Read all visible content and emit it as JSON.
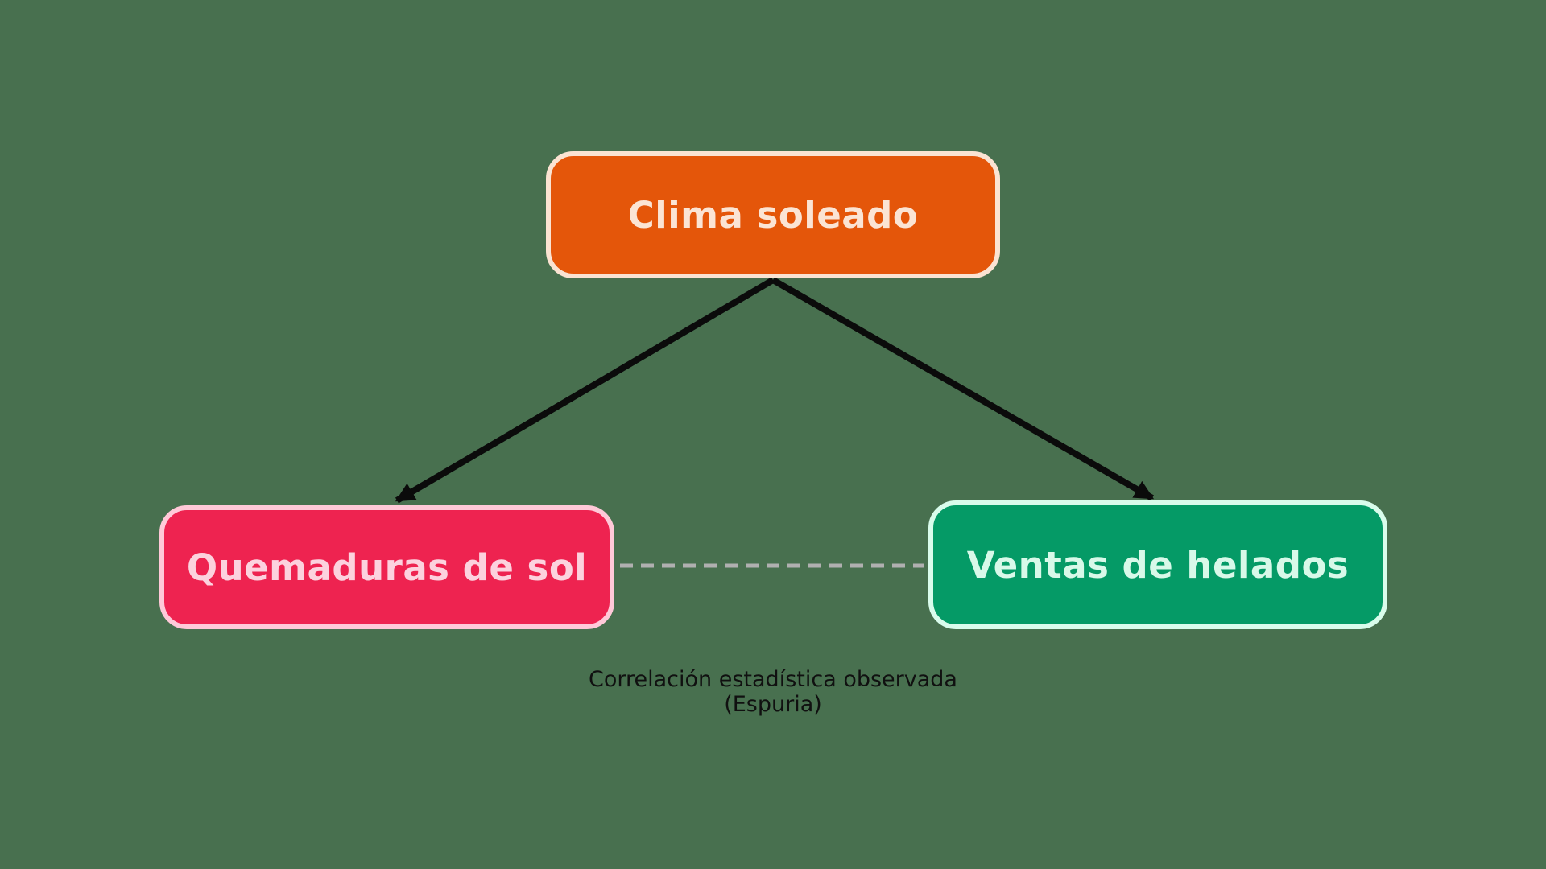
{
  "diagram": {
    "type": "causal-diagram",
    "background_color": "#48704F",
    "nodes": [
      {
        "id": "clima-soleado",
        "label": "Clima soleado",
        "role": "common-cause",
        "fill_color": "#E4560A",
        "border_color": "#FBE3D2",
        "text_color": "#FBE4D4"
      },
      {
        "id": "quemaduras-de-sol",
        "label": "Quemaduras de sol",
        "role": "effect",
        "fill_color": "#EE2350",
        "border_color": "#FFC9D8",
        "text_color": "#FCD2DE"
      },
      {
        "id": "ventas-de-helados",
        "label": "Ventas de helados",
        "role": "effect",
        "fill_color": "#059A66",
        "border_color": "#D9FCEC",
        "text_color": "#D8F9E9"
      }
    ],
    "edges": [
      {
        "from": "clima-soleado",
        "to": "quemaduras-de-sol",
        "style": "solid-arrow",
        "color": "#0B0B0B"
      },
      {
        "from": "clima-soleado",
        "to": "ventas-de-helados",
        "style": "solid-arrow",
        "color": "#0B0B0B"
      },
      {
        "from": "quemaduras-de-sol",
        "to": "ventas-de-helados",
        "style": "dashed-line",
        "color": "#B0B0B0"
      }
    ],
    "caption": {
      "line1": "Correlación estadística observada",
      "line2": "(Espuria)"
    }
  }
}
